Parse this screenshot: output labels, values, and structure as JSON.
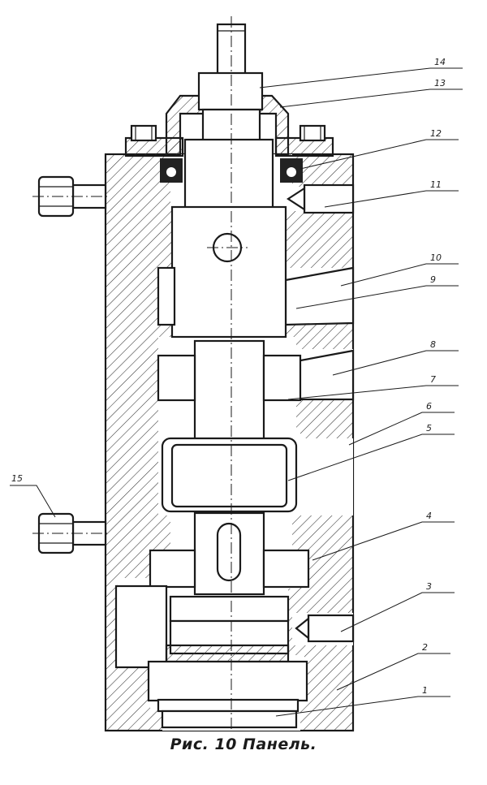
{
  "caption": "Рис. 10 Панель.",
  "part_labels": [
    "1",
    "2",
    "3",
    "4",
    "5",
    "6",
    "7",
    "8",
    "9",
    "10",
    "11",
    "12",
    "13",
    "14",
    "15"
  ],
  "colors": {
    "ink": "#1a1a1a",
    "paper": "#ffffff"
  }
}
